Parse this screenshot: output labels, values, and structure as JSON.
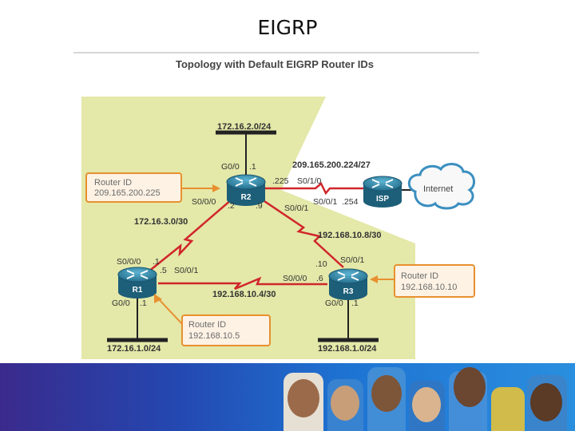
{
  "slide_title": "EIGRP",
  "figure_caption": "Topology with Default EIGRP Router IDs",
  "routers": {
    "r1": "R1",
    "r2": "R2",
    "r3": "R3",
    "isp": "ISP"
  },
  "cloud_label": "Internet",
  "networks": {
    "lan_r2": "172.16.2.0/24",
    "lan_r1": "172.16.1.0/24",
    "lan_r3": "192.168.1.0/24",
    "isp_link": "209.165.200.224/27",
    "r1_r2": "172.16.3.0/30",
    "r2_r3": "192.168.10.8/30",
    "r1_r3": "192.168.10.4/30"
  },
  "interfaces": {
    "r2_g00": "G0/0",
    "r2_g00_host": ".1",
    "r2_isp_host": ".225",
    "r2_s010": "S0/1/0",
    "isp_s001": "S0/0/1",
    "isp_host": ".254",
    "r2_s000": "S0/0/0",
    "r2_s000_host": ".2",
    "r2_s001_host": ".9",
    "r2_s001": "S0/0/1",
    "r1_s000": "S0/0/0",
    "r1_s000_host": ".1",
    "r1_s001_host": ".5",
    "r1_s001": "S0/0/1",
    "r1_g00": "G0/0",
    "r1_g00_host": ".1",
    "r3_s001_host": ".10",
    "r3_s001": "S0/0/1",
    "r3_s000": "S0/0/0",
    "r3_s000_host": ".6",
    "r3_g00": "G0/0",
    "r3_g00_host": ".1"
  },
  "callouts": {
    "r2": {
      "title": "Router ID",
      "value": "209.165.200.225"
    },
    "r1": {
      "title": "Router ID",
      "value": "192.168.10.5"
    },
    "r3": {
      "title": "Router ID",
      "value": "192.168.10.10"
    }
  },
  "colors": {
    "diagram_bg": "#e4e8a8",
    "router_fill": "#2b7f9e",
    "serial_link": "#d0262b",
    "callout_border": "#e8902f",
    "callout_fill": "#fdf2e4",
    "callout_text": "#6b6b6b"
  }
}
